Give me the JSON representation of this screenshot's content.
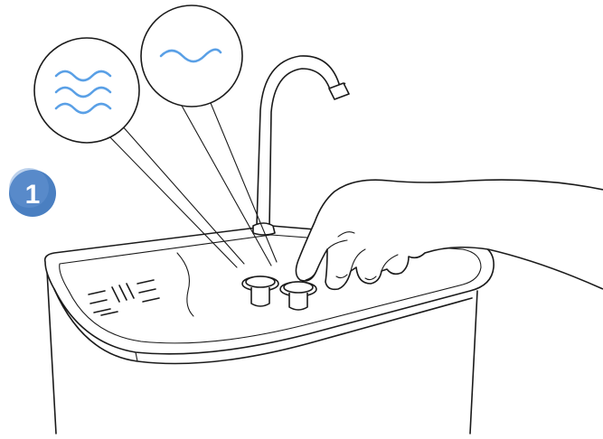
{
  "step_badge": {
    "number": "1",
    "color": "#4a7fc1"
  },
  "callouts": [
    {
      "name": "strong-flow",
      "icon": "triple-wave-icon"
    },
    {
      "name": "gentle-flow",
      "icon": "single-wave-icon"
    }
  ],
  "colors": {
    "ink": "#1a1a1a",
    "water_wave": "#5aa0e6",
    "background": "#ffffff"
  }
}
